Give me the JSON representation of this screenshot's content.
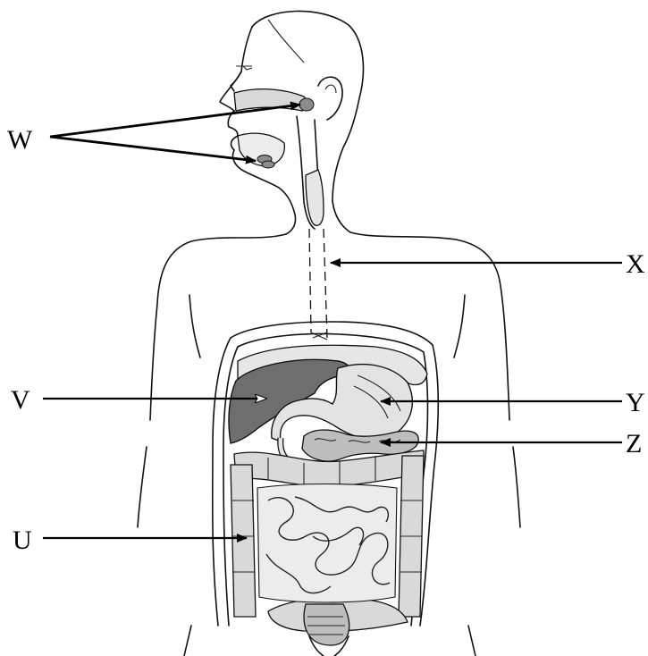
{
  "labels": {
    "W": "W",
    "X": "X",
    "V": "V",
    "Y": "Y",
    "Z": "Z",
    "U": "U"
  },
  "colors": {
    "liver": "#6e6e6e",
    "organ_light": "#d9d9d9",
    "organ_mid": "#bdbdbd",
    "gland": "#8c8c8c",
    "line": "#111111"
  }
}
